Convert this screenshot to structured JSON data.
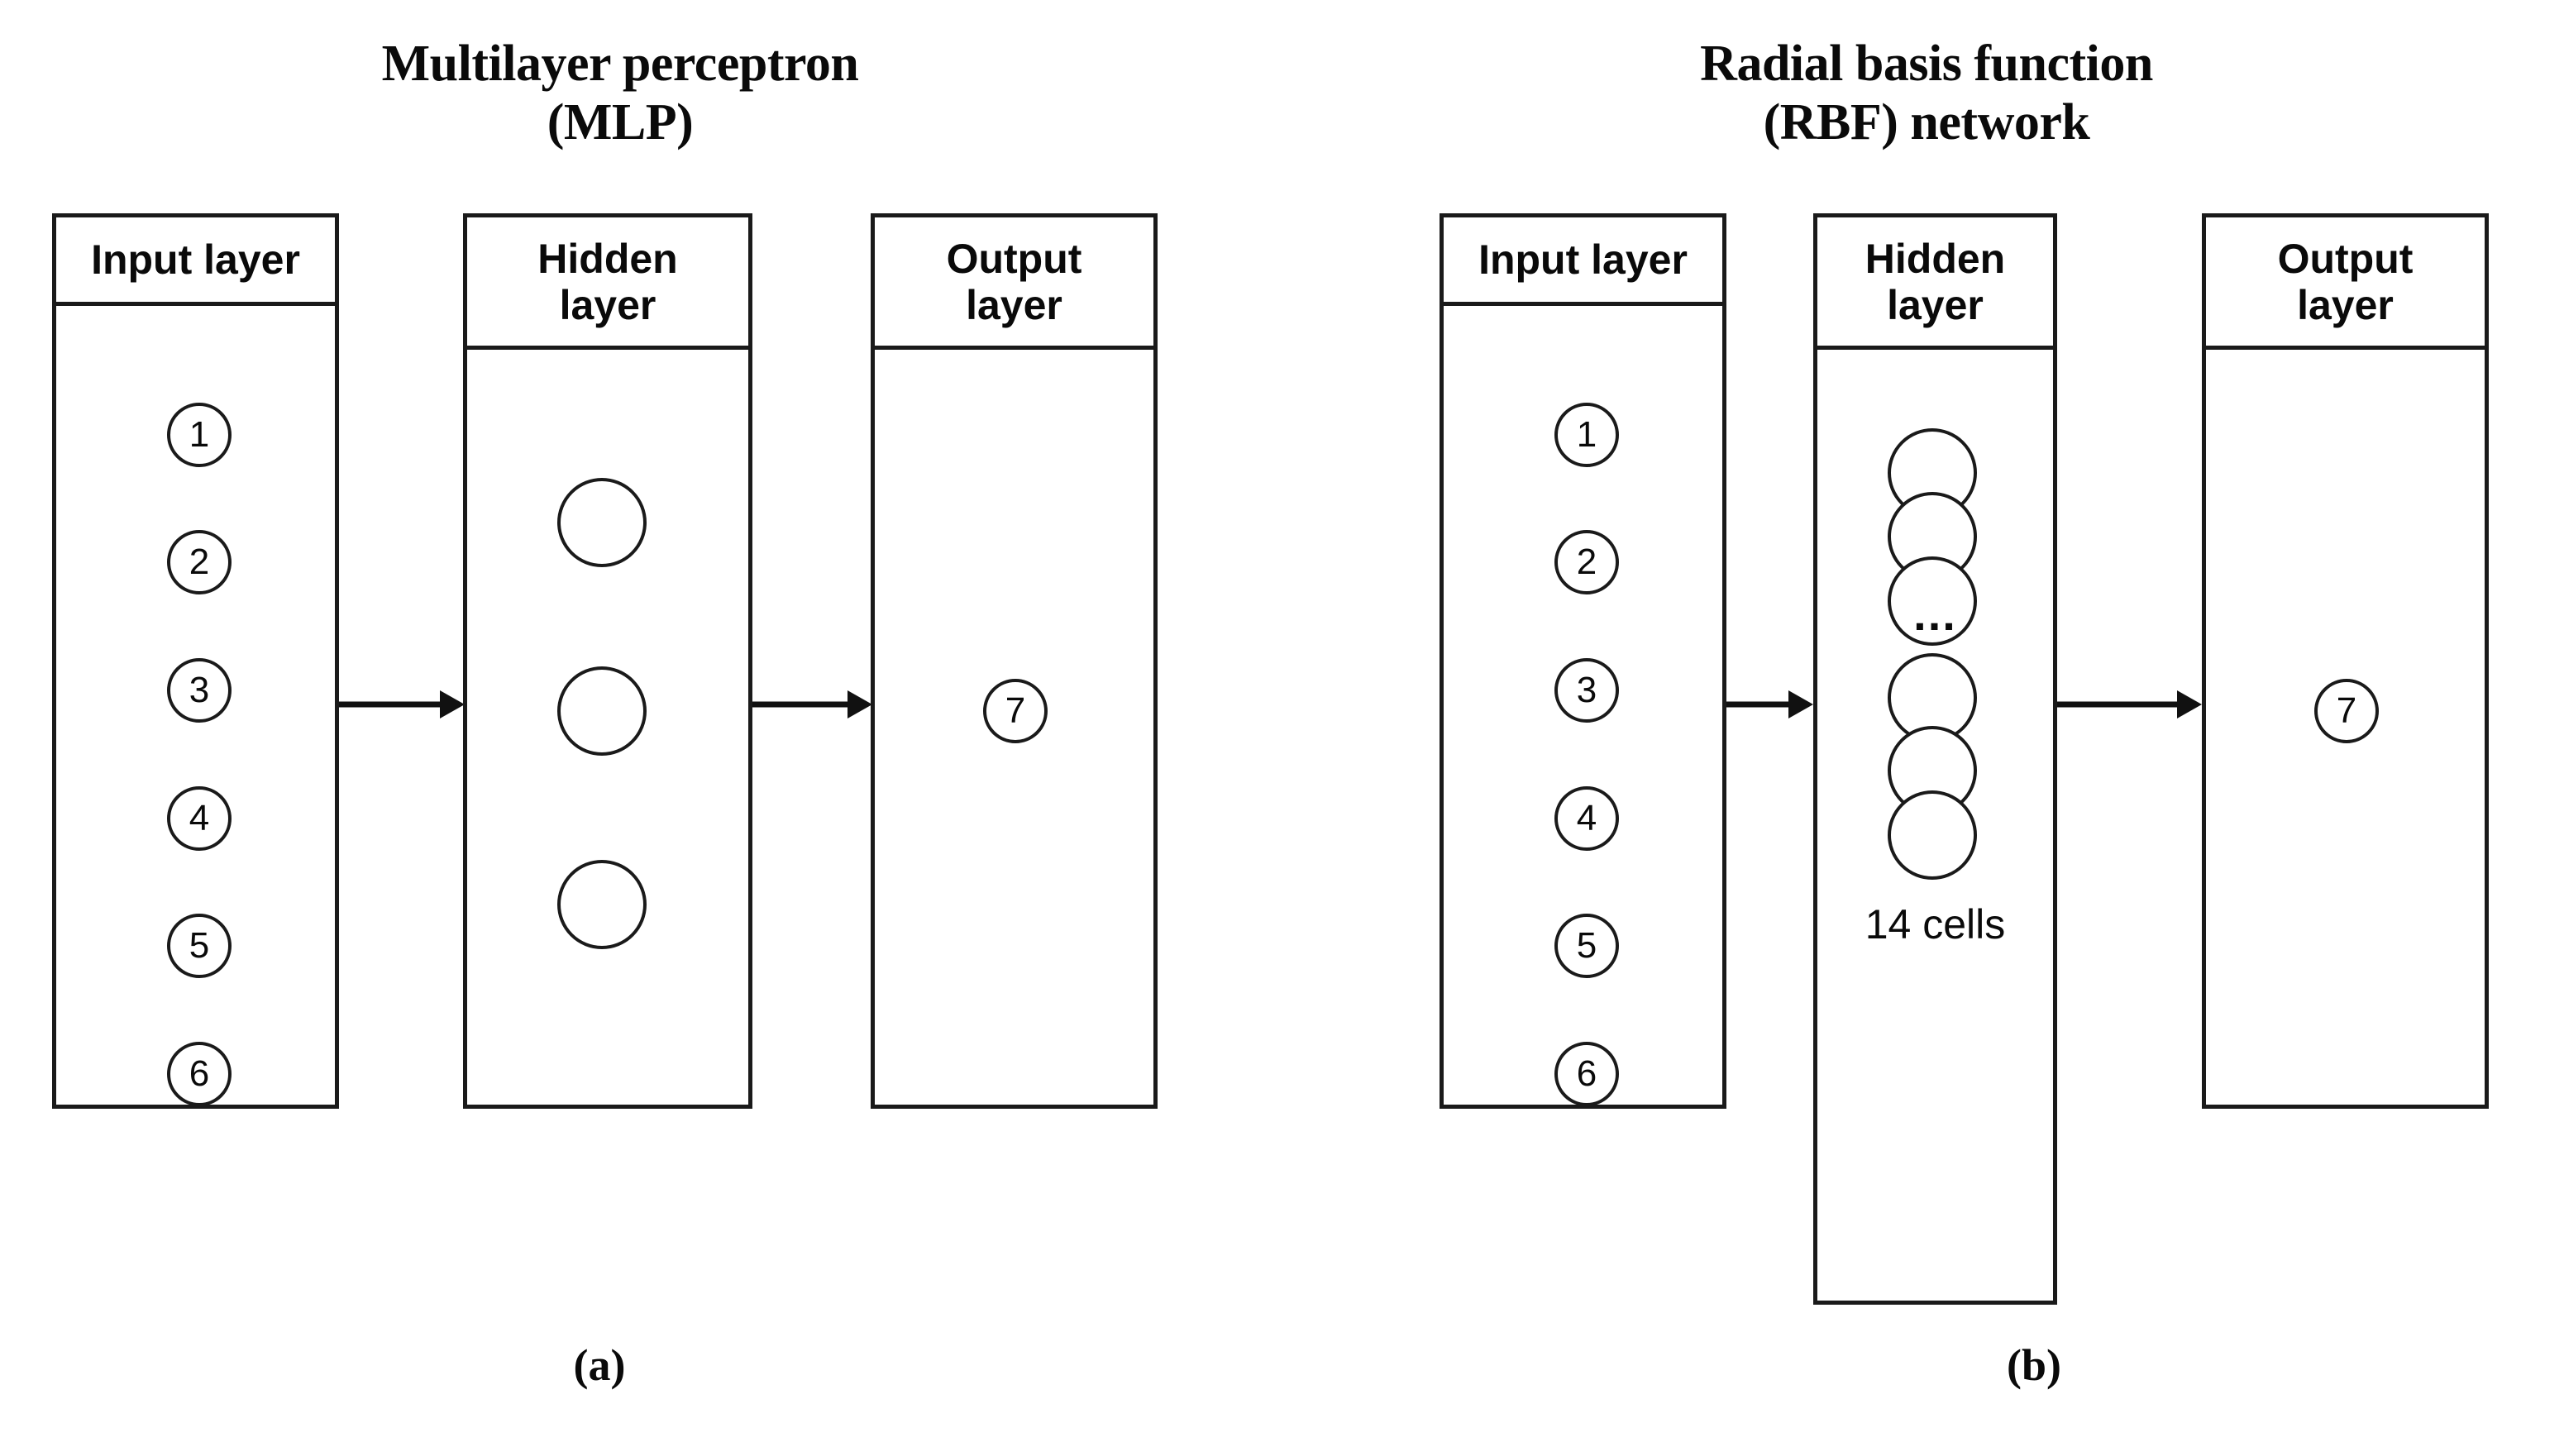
{
  "figure": {
    "panels": [
      {
        "id": "mlp",
        "title": "Multilayer perceptron\n(MLP)",
        "caption": "(a)",
        "layers": [
          {
            "id": "input",
            "header": "Input layer",
            "nodes": [
              "1",
              "2",
              "3",
              "4",
              "5",
              "6"
            ]
          },
          {
            "id": "hidden",
            "header": "Hidden\nlayer",
            "nodes": [
              "",
              "",
              ""
            ]
          },
          {
            "id": "output",
            "header": "Output\nlayer",
            "nodes": [
              "7"
            ]
          }
        ]
      },
      {
        "id": "rbf",
        "title": "Radial basis function\n(RBF) network",
        "caption": "(b)",
        "layers": [
          {
            "id": "input",
            "header": "Input layer",
            "nodes": [
              "1",
              "2",
              "3",
              "4",
              "5",
              "6"
            ]
          },
          {
            "id": "hidden",
            "header": "Hidden\nlayer",
            "nodes": [
              "",
              "",
              "",
              "",
              "",
              ""
            ],
            "ellipsis": "...",
            "note": "14 cells"
          },
          {
            "id": "output",
            "header": "Output\nlayer",
            "nodes": [
              "7"
            ]
          }
        ]
      }
    ],
    "colors": {
      "stroke": "#1a1a1a",
      "background": "#ffffff",
      "text": "#0a0a0a"
    }
  }
}
